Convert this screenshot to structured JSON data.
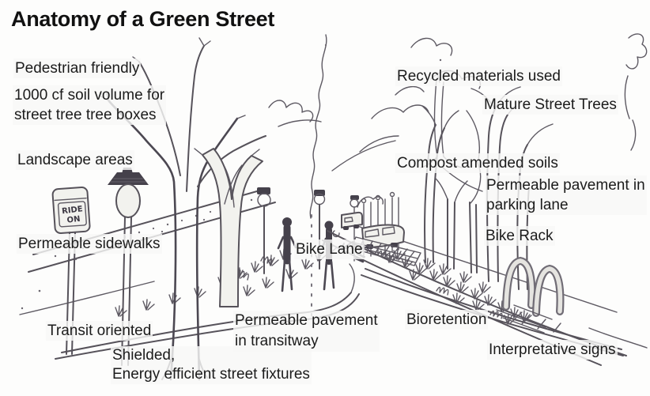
{
  "title": "Anatomy of a Green Street",
  "labels": {
    "pedestrian_friendly": "Pedestrian friendly",
    "soil_volume": "1000 cf soil volume for\nstreet tree tree boxes",
    "landscape_areas": "Landscape areas",
    "permeable_sidewalks": "Permeable sidewalks",
    "transit_oriented": "Transit oriented",
    "shielded_fixtures": "Shielded,\nEnergy efficient street fixtures",
    "permeable_transitway": "Permeable pavement\nin transitway",
    "bike_lane": "Bike Lane",
    "recycled_materials": "Recycled materials used",
    "mature_street_trees": "Mature Street Trees",
    "compost_amended_soils": "Compost amended soils",
    "permeable_parking": "Permeable pavement in\nparking lane",
    "bike_rack": "Bike Rack",
    "bioretention": "Bioretention",
    "interpretative_signs": "Interpretative signs"
  },
  "sketch": {
    "sign_line1": "RIDE",
    "sign_line2": "ON"
  },
  "colors": {
    "ink": "#56525a",
    "paper": "#fdfdfc",
    "text": "#1b1b1b"
  }
}
